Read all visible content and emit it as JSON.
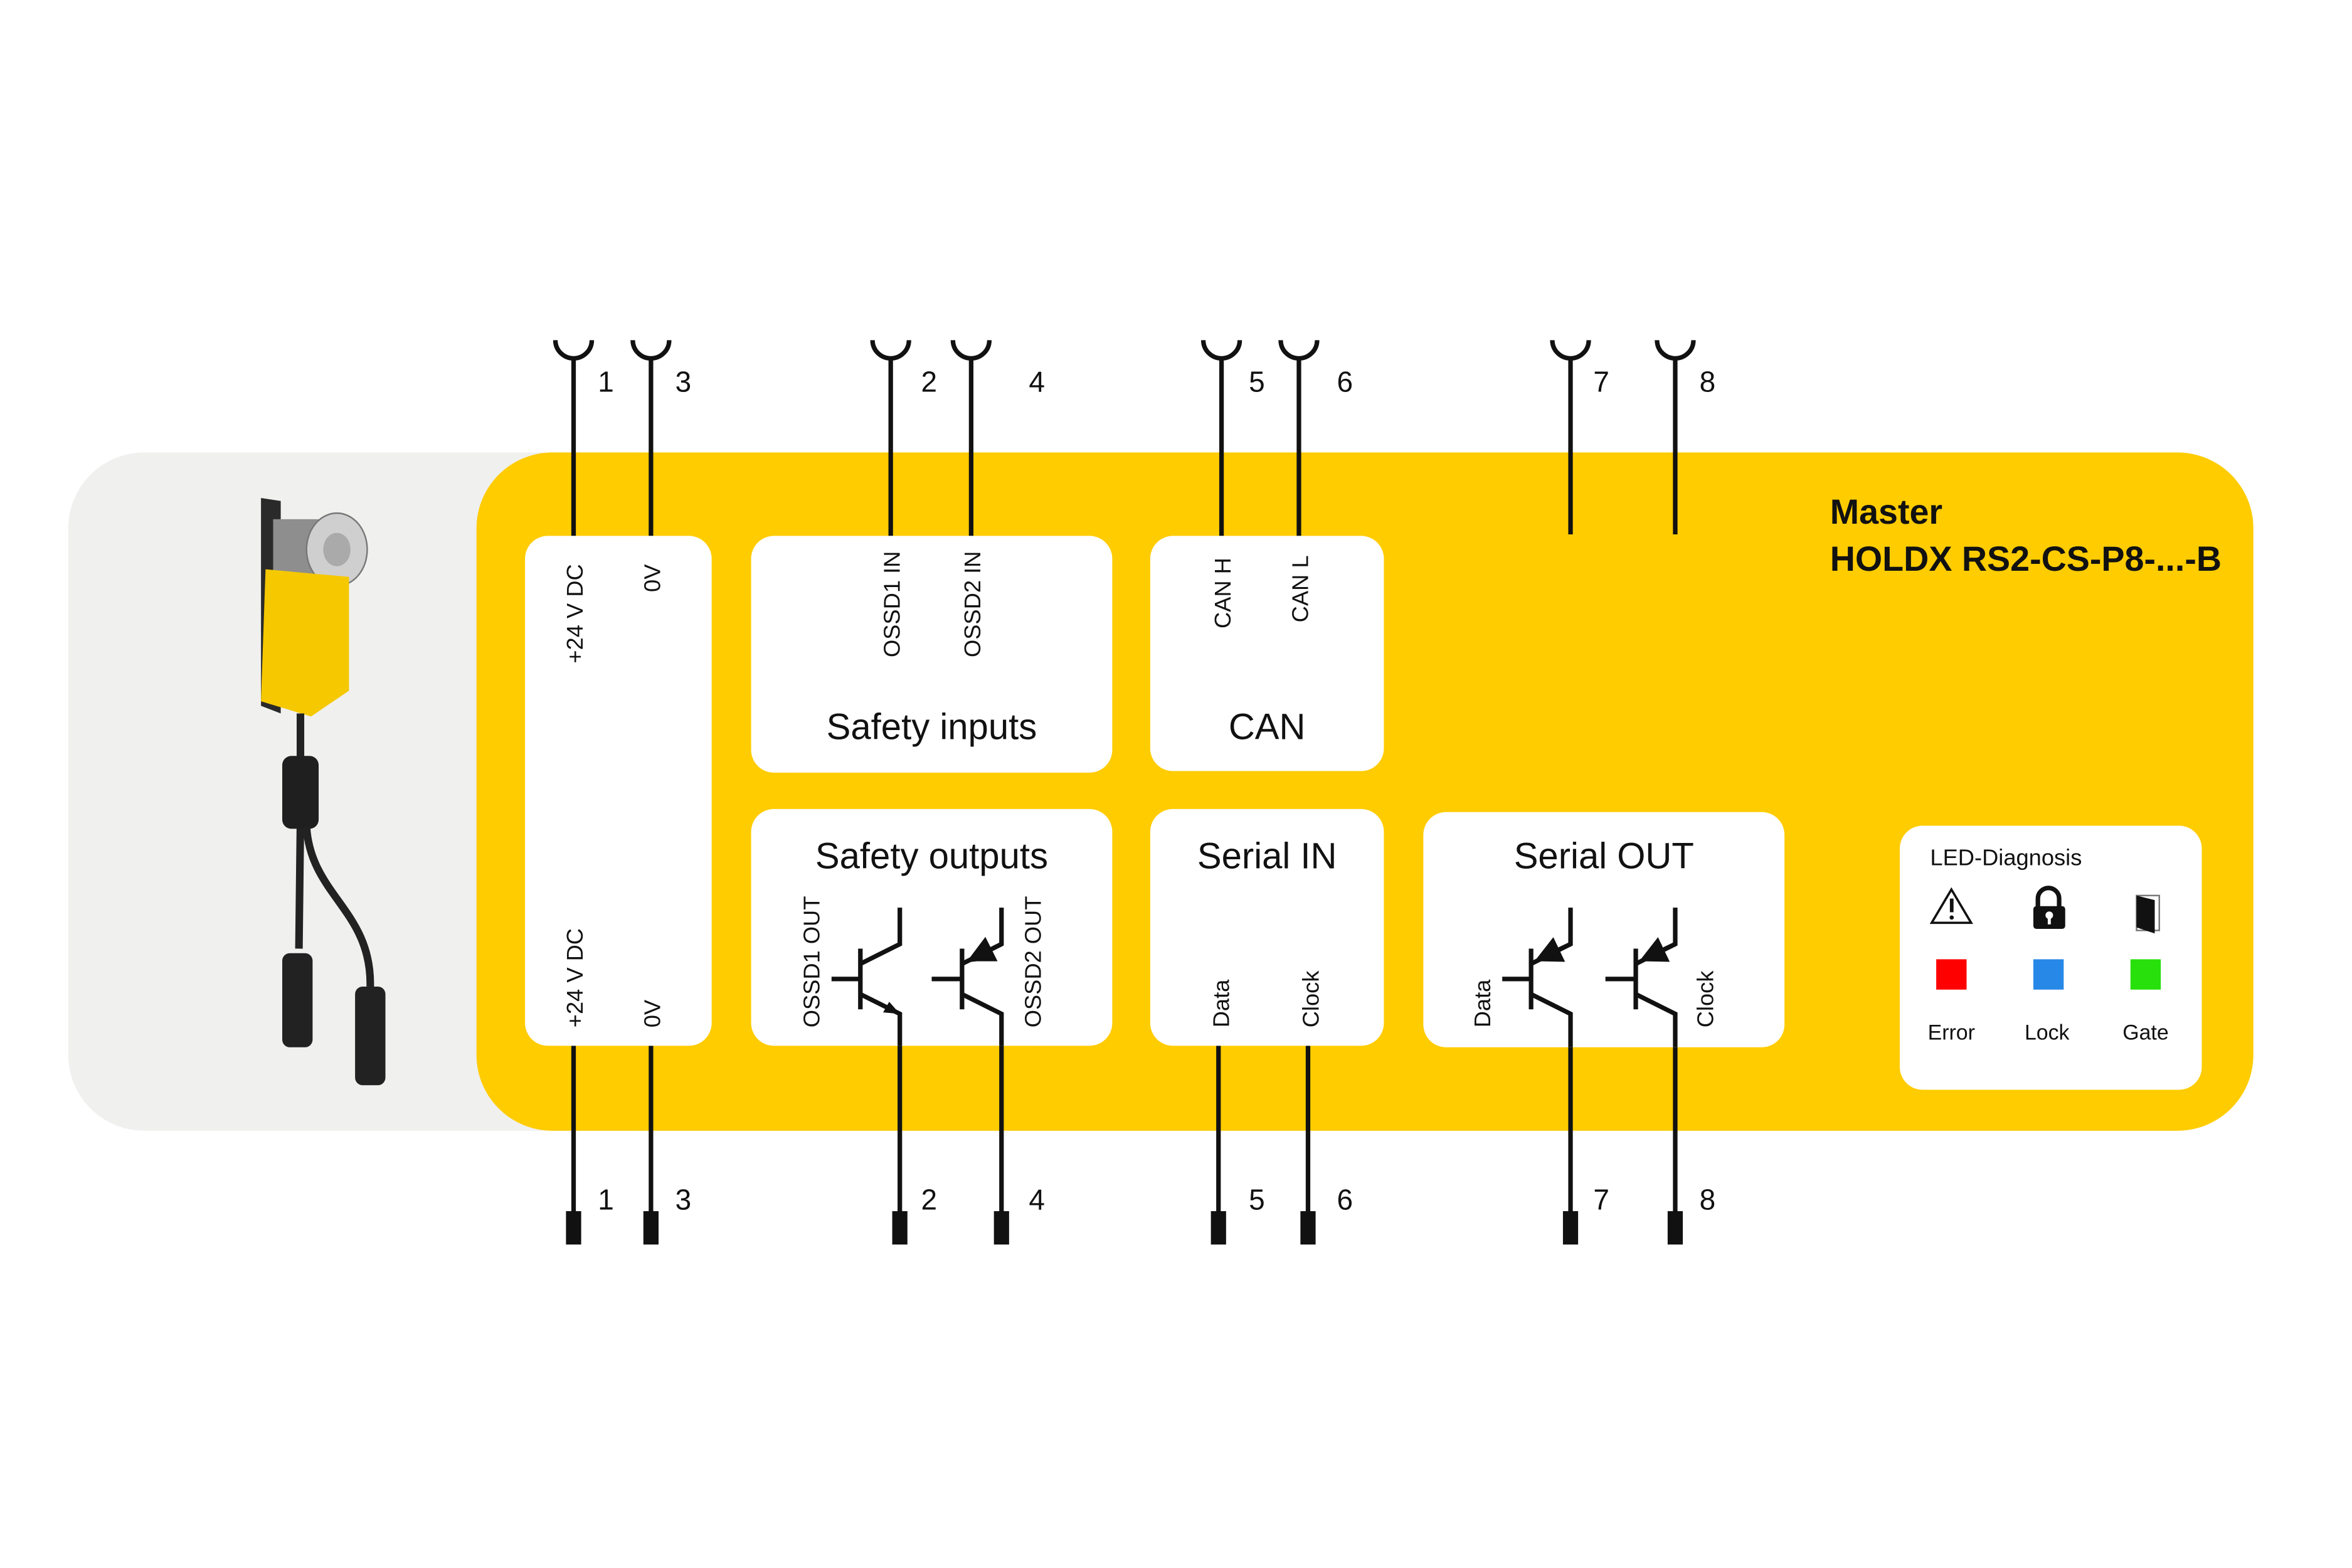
{
  "device": {
    "title": "Master",
    "model": "HOLDX RS2-CS-P8-...-B"
  },
  "colors": {
    "panel_yellow": "#FFCC00",
    "panel_gray": "#F0F0EF",
    "led_error": "#FF0000",
    "led_lock": "#2888E8",
    "led_gate": "#28E00C"
  },
  "top_pins": [
    "1",
    "3",
    "2",
    "4",
    "5",
    "6",
    "7",
    "8"
  ],
  "bottom_pins": [
    "1",
    "3",
    "2",
    "4",
    "5",
    "6",
    "7",
    "8"
  ],
  "power": {
    "top_labels": [
      "+24 V DC",
      "0V"
    ],
    "bottom_labels": [
      "+24 V DC",
      "0V"
    ]
  },
  "safety_inputs": {
    "title": "Safety inputs",
    "labels": [
      "OSSD1 IN",
      "OSSD2 IN"
    ]
  },
  "can": {
    "title": "CAN",
    "labels": [
      "CAN H",
      "CAN L"
    ]
  },
  "safety_outputs": {
    "title": "Safety outputs",
    "labels": [
      "OSSD1 OUT",
      "OSSD2 OUT"
    ]
  },
  "serial_in": {
    "title": "Serial IN",
    "labels": [
      "Data",
      "Clock"
    ]
  },
  "serial_out": {
    "title": "Serial OUT",
    "labels": [
      "Data",
      "Clock"
    ]
  },
  "led_diagnosis": {
    "title": "LED-Diagnosis",
    "items": [
      {
        "label": "Error",
        "icon": "warning-icon"
      },
      {
        "label": "Lock",
        "icon": "lock-icon"
      },
      {
        "label": "Gate",
        "icon": "door-icon"
      }
    ]
  }
}
